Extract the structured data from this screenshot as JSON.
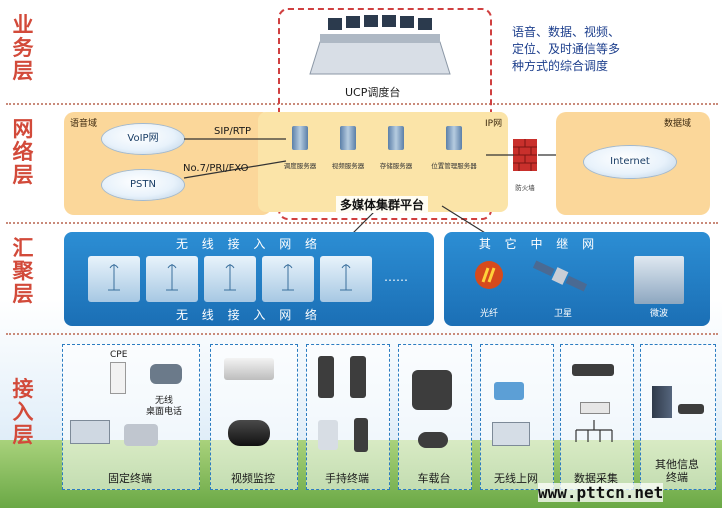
{
  "layers": [
    {
      "name": "业务层"
    },
    {
      "name": "网络层"
    },
    {
      "name": "汇聚层"
    },
    {
      "name": "接入层"
    }
  ],
  "business": {
    "console_label": "UCP调度台",
    "description": "语音、数据、视频、\n定位、及时通信等多\n种方式的综合调度"
  },
  "network": {
    "voice_domain_label": "语音域",
    "voip_label": "VoIP网",
    "pstn_label": "PSTN",
    "sip_label": "SIP/RTP",
    "no7_label": "No.7/PRI/FXO",
    "ip_label": "IP网",
    "servers": [
      "调度服务器",
      "视频服务器",
      "存储服务器",
      "位置管理服务器"
    ],
    "firewall_label": "防火墙",
    "data_domain_label": "数据域",
    "internet_label": "Internet",
    "cluster_label": "多媒体集群平台"
  },
  "aggregation": {
    "wireless_title_top": "无 线 接 入 网 络",
    "wireless_title_bottom": "无 线 接 入 网 络",
    "ellipsis": "……",
    "relay_title": "其 它 中 继 网",
    "relay_items": [
      "光纤",
      "卫星",
      "微波"
    ]
  },
  "access": {
    "cpe_label": "CPE",
    "wireless_phone_label": "无线\n桌面电话",
    "groups": [
      "固定终端",
      "视频监控",
      "手持终端",
      "车载台",
      "无线上网",
      "数据采集",
      "其他信息\n终端"
    ]
  },
  "watermark": "www.pttcn.net"
}
